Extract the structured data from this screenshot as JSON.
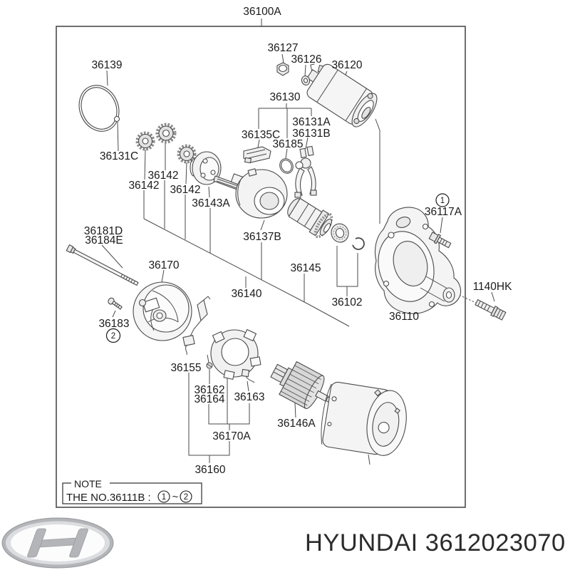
{
  "diagram": {
    "main_assembly_label": "36100A",
    "labels": {
      "n36139": "36139",
      "n36127": "36127",
      "n36126": "36126",
      "n36120": "36120",
      "n36130": "36130",
      "n36135C": "36135C",
      "n36131A": "36131A",
      "n36131B": "36131B",
      "n36185": "36185",
      "n36131C": "36131C",
      "n36142": "36142",
      "n36143A": "36143A",
      "n36137B": "36137B",
      "n36181D": "36181D",
      "n36184E": "36184E",
      "n36170": "36170",
      "n36140": "36140",
      "n36145": "36145",
      "n36102": "36102",
      "n36110": "36110",
      "n36117A": "36117A",
      "n1140HK": "1140HK",
      "n36183": "36183",
      "n36155": "36155",
      "n36162": "36162",
      "n36164": "36164",
      "n36163": "36163",
      "n36146A": "36146A",
      "n36170A": "36170A",
      "n36160": "36160"
    },
    "badges": {
      "one": "1",
      "two": "2"
    },
    "note": {
      "title": "NOTE",
      "body": "THE NO.36111B :",
      "separator": "~"
    },
    "footer": {
      "brand": "HYUNDAI",
      "part_number": "3612023070"
    },
    "colors": {
      "line": "#4a4a4a",
      "label_text": "#1a1a1a",
      "footer_text": "#2b2b2b",
      "logo_silver": "#b4b5b9",
      "background": "#ffffff"
    }
  }
}
